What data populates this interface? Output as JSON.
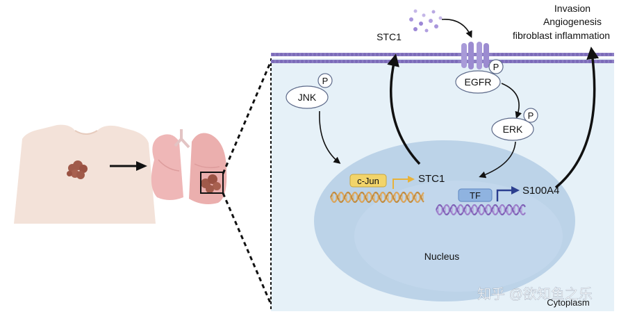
{
  "labels": {
    "stc1_secreted": "STC1",
    "outcome_1": "Invasion",
    "outcome_2": "Angiogenesis",
    "outcome_3": "fibroblast inflammation",
    "jnk": "JNK",
    "egfr": "EGFR",
    "erk": "ERK",
    "phospho": "P",
    "cjun": "c-Jun",
    "stc1_gene": "STC1",
    "tf": "TF",
    "s100a4": "S100A4",
    "nucleus": "Nucleus",
    "cytoplasm": "Cytoplasm",
    "watermark": "知乎 @欲知鱼之乐"
  },
  "colors": {
    "cytoplasm_fill": "#e6f1f8",
    "nucleus_fill": "#bcd3e8",
    "membrane": "#8d7fc4",
    "receptor": "#a89ad8",
    "cjun_fill": "#f2d46a",
    "tf_fill": "#8fb3e0",
    "arrow_dark": "#111111",
    "arrow_blue": "#2c3f8f",
    "tumor": "#a05a4a",
    "lung": "#efb7b7",
    "skin": "#f3e2d9",
    "dna_orange": "#d9a35a",
    "dna_purple": "#9a7cc9"
  }
}
